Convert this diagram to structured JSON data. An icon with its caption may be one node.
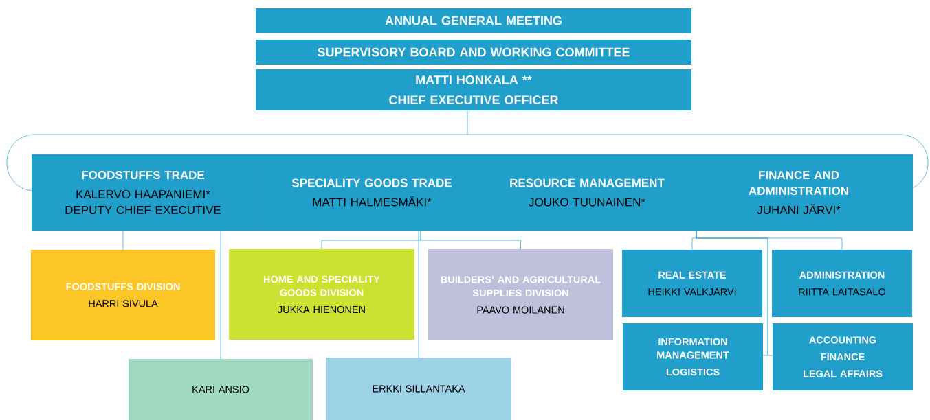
{
  "diagram": {
    "nodes": [
      {
        "text": [
          "ANNUAL GENERAL MEETING"
        ]
      },
      {
        "text": [
          "SUPERVISORY BOARD AND WORKING COMMITTEE"
        ]
      },
      {
        "text": [
          "MATTI HONKALA **",
          "CHIEF EXECUTIVE OFFICER"
        ]
      },
      {
        "text": [],
        "shape": "box"
      },
      {
        "text": [
          "FOODSTUFFS TRADE",
          "KALERVO HAAPANIEMI* DEPUTY CHIEF EXECUTIVE"
        ]
      },
      {
        "text": [
          "SPECIALITY GOODS TRADE",
          "MATTI HALMESMÄKI*"
        ]
      },
      {
        "text": [
          "RESOURCE MANAGEMENT",
          "JOUKO TUUNAINEN*"
        ]
      },
      {
        "text": [
          "FINANCE AND ADMINISTRATION",
          "JUHANI JÄRVI*"
        ]
      },
      {
        "text": [
          "FOODSTUFFS DIVISION",
          "HARRI SIVULA"
        ]
      },
      {
        "text": [
          "HOME AND SPECIALITY GOODS DIVISION",
          "JUKKA HIENONEN"
        ]
      },
      {
        "text": [
          "BUILDERS’ AND AGRICULTURAL SUPPLIES DIVISION",
          "PAAVO MOILANEN"
        ]
      },
      {
        "text": [
          "KARI ANSIO"
        ]
      },
      {
        "text": [
          "ERKKI SILLANTAKA"
        ]
      },
      {
        "text": [
          "REAL ESTATE",
          "HEIKKI VALKJÄRVI"
        ]
      },
      {
        "text": [
          "ADMINISTRATION",
          "RIITTA LAITASALO"
        ]
      },
      {
        "text": [
          "INFORMATION MANAGEMENT",
          "LOGISTICS"
        ]
      },
      {
        "text": [
          "ACCOUNTING",
          "FINANCE",
          "LEGAL AFFAIRS"
        ]
      }
    ],
    "edges": [
      {
        "from": 2,
        "to": 3,
        "arrow": "none"
      },
      {
        "from": 4,
        "to": 8,
        "arrow": "none"
      },
      {
        "from": 4,
        "to": 11,
        "arrow": "none"
      },
      {
        "from": 5,
        "to": 9,
        "arrow": "none"
      },
      {
        "from": 5,
        "to": 10,
        "arrow": "none"
      },
      {
        "from": 5,
        "to": 12,
        "arrow": "none"
      },
      {
        "from": 7,
        "to": 13,
        "arrow": "none"
      },
      {
        "from": 7,
        "to": 14,
        "arrow": "none"
      },
      {
        "from": 7,
        "to": 15,
        "arrow": "none"
      },
      {
        "from": 7,
        "to": 16,
        "arrow": "none"
      }
    ]
  }
}
